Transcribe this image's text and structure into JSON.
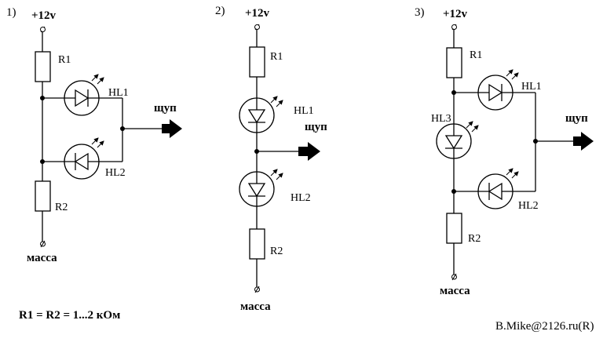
{
  "circuits": [
    {
      "number": "1)",
      "supply": "+12v",
      "ground": "масса",
      "r1": "R1",
      "r2": "R2",
      "led1": "HL1",
      "led2": "HL2",
      "probe": "щуп"
    },
    {
      "number": "2)",
      "supply": "+12v",
      "ground": "масса",
      "r1": "R1",
      "r2": "R2",
      "led1": "HL1",
      "led2": "HL2",
      "probe": "щуп"
    },
    {
      "number": "3)",
      "supply": "+12v",
      "ground": "масса",
      "r1": "R1",
      "r2": "R2",
      "led1": "HL1",
      "led2": "HL2",
      "led3": "HL3",
      "probe": "щуп"
    }
  ],
  "formula": "R1 = R2 = 1...2 кОм",
  "author": "B.Mike@2126.ru(R)"
}
